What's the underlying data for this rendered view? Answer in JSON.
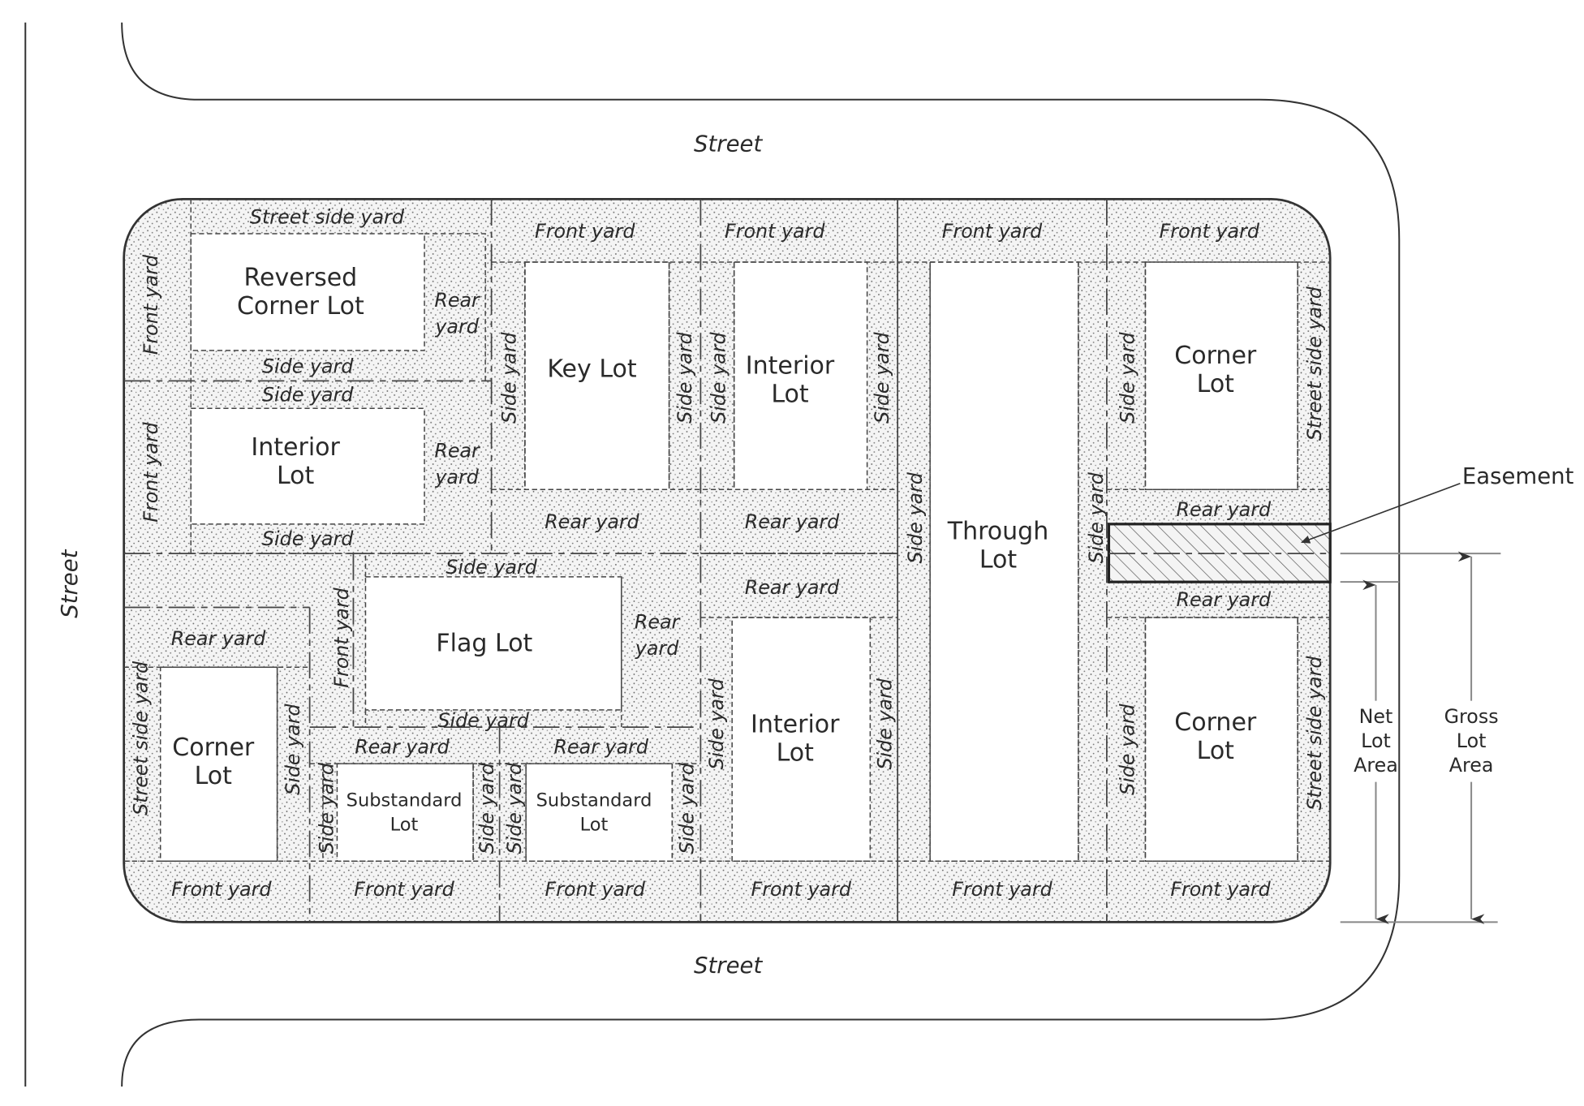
{
  "streets": {
    "top": "Street",
    "bottom": "Street",
    "left": "Street"
  },
  "lots": {
    "reversed_corner": "Reversed|Corner Lot",
    "interior_left": "Interior|Lot",
    "key": "Key Lot",
    "interior_top": "Interior|Lot",
    "through": "Through|Lot",
    "corner_top_right": "Corner|Lot",
    "flag": "Flag Lot",
    "corner_bottom_left": "Corner|Lot",
    "substandard_1": "Substandard|Lot",
    "substandard_2": "Substandard|Lot",
    "interior_bottom": "Interior|Lot",
    "corner_bottom_right": "Corner|Lot"
  },
  "yards": {
    "street_side_yard": "Street side yard",
    "front_yard": "Front yard",
    "side_yard": "Side yard",
    "rear_yard": "Rear yard",
    "rear_yard_split": "Rear|yard"
  },
  "annotations": {
    "easement": "Easement",
    "net_lot_area": "Net|Lot|Area",
    "gross_lot_area": "Gross|Lot|Area"
  }
}
